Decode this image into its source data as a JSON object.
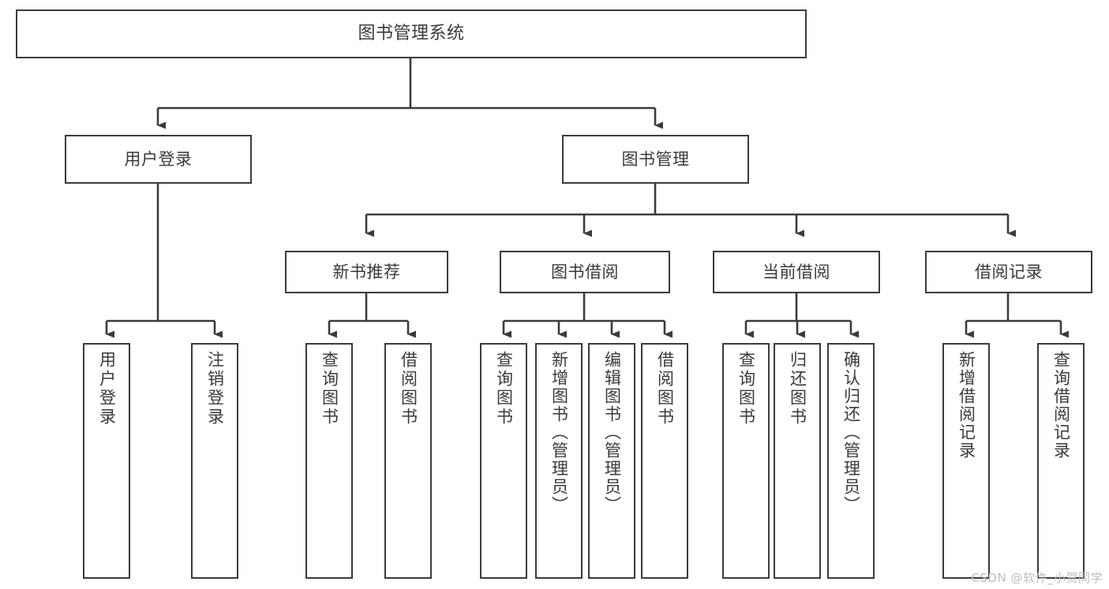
{
  "diagram": {
    "title": "图书管理系统",
    "watermark": "CSDN @软件_小贺同学",
    "stroke_color": "#3b3b3b",
    "text_color": "#3a3a3a",
    "background_color": "#ffffff",
    "nodes": {
      "root": {
        "label": "图书管理系统"
      },
      "level1": [
        {
          "id": "user-login",
          "label": "用户登录"
        },
        {
          "id": "book-manage",
          "label": "图书管理"
        }
      ],
      "level2": [
        {
          "id": "new-book-rec",
          "label": "新书推荐"
        },
        {
          "id": "book-borrow",
          "label": "图书借阅"
        },
        {
          "id": "current-borrow",
          "label": "当前借阅"
        },
        {
          "id": "borrow-record",
          "label": "借阅记录"
        }
      ],
      "leaves": {
        "user_login": [
          {
            "id": "leaf-user-login",
            "label": "用户登录"
          },
          {
            "id": "leaf-logout",
            "label": "注销登录"
          }
        ],
        "new_book_rec": [
          {
            "id": "leaf-query-book-1",
            "label": "查询图书"
          },
          {
            "id": "leaf-borrow-book-1",
            "label": "借阅图书"
          }
        ],
        "book_borrow": [
          {
            "id": "leaf-query-book-2",
            "label": "查询图书"
          },
          {
            "id": "leaf-add-book",
            "label": "新增图书（管理员）"
          },
          {
            "id": "leaf-edit-book",
            "label": "编辑图书（管理员）"
          },
          {
            "id": "leaf-borrow-book-2",
            "label": "借阅图书"
          }
        ],
        "current_borrow": [
          {
            "id": "leaf-query-book-3",
            "label": "查询图书"
          },
          {
            "id": "leaf-return-book",
            "label": "归还图书"
          },
          {
            "id": "leaf-confirm-return",
            "label": "确认归还（管理员）"
          }
        ],
        "borrow_record": [
          {
            "id": "leaf-add-record",
            "label": "新增借阅记录"
          },
          {
            "id": "leaf-query-record",
            "label": "查询借阅记录"
          }
        ]
      }
    }
  }
}
